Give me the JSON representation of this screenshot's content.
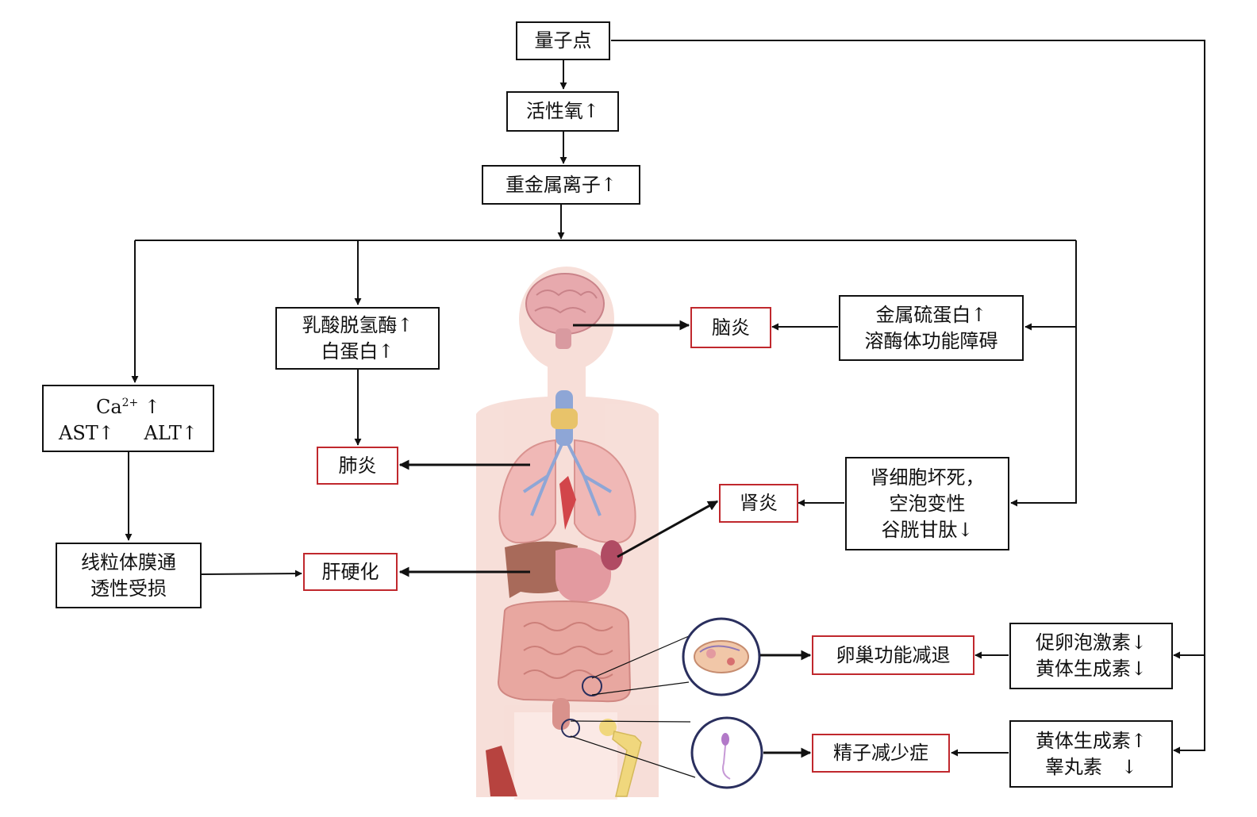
{
  "colors": {
    "line": "#111111",
    "outcome_border": "#c0282d",
    "body_silhouette": "#f6d9d2",
    "brain": "#e7a9ad",
    "lung": "#f0b8b6",
    "airway": "#8ea6d6",
    "liver": "#a86a5a",
    "stomach": "#e39aa0",
    "intestine": "#e8a7a0",
    "bone": "#f0d77d",
    "muscle": "#b7433f"
  },
  "icons": [
    "brain-icon",
    "lungs-icon",
    "liver-icon",
    "kidney-icon",
    "intestine-icon",
    "ovary-icon",
    "sperm-icon",
    "femur-icon",
    "muscle-icon"
  ],
  "nodes": {
    "qd": "量子点",
    "ros": "活性氧↑",
    "metal": "重金属离子↑",
    "ldh": {
      "line1": "乳酸脱氢酶↑",
      "line2": "白蛋白↑"
    },
    "ca": {
      "ion": "Ca",
      "charge": "2+",
      "arrow": "↑",
      "ast": "AST↑",
      "alt": "ALT↑"
    },
    "mito": {
      "line1": "线粒体膜通",
      "line2": "透性受损"
    },
    "mt": {
      "line1": "金属硫蛋白↑",
      "line2": "溶酶体功能障碍"
    },
    "renal": {
      "line1": "肾细胞坏死，",
      "line2": "空泡变性",
      "line3": "谷胱甘肽↓"
    },
    "fsh": {
      "line1": "促卵泡激素↓",
      "line2": "黄体生成素↓"
    },
    "lh": {
      "line1": "黄体生成素↑",
      "line2": "睾丸素　↓"
    }
  },
  "outcomes": {
    "brain": "脑炎",
    "lung": "肺炎",
    "liver": "肝硬化",
    "kidney": "肾炎",
    "ovary": "卵巢功能减退",
    "testis": "精子减少症"
  }
}
